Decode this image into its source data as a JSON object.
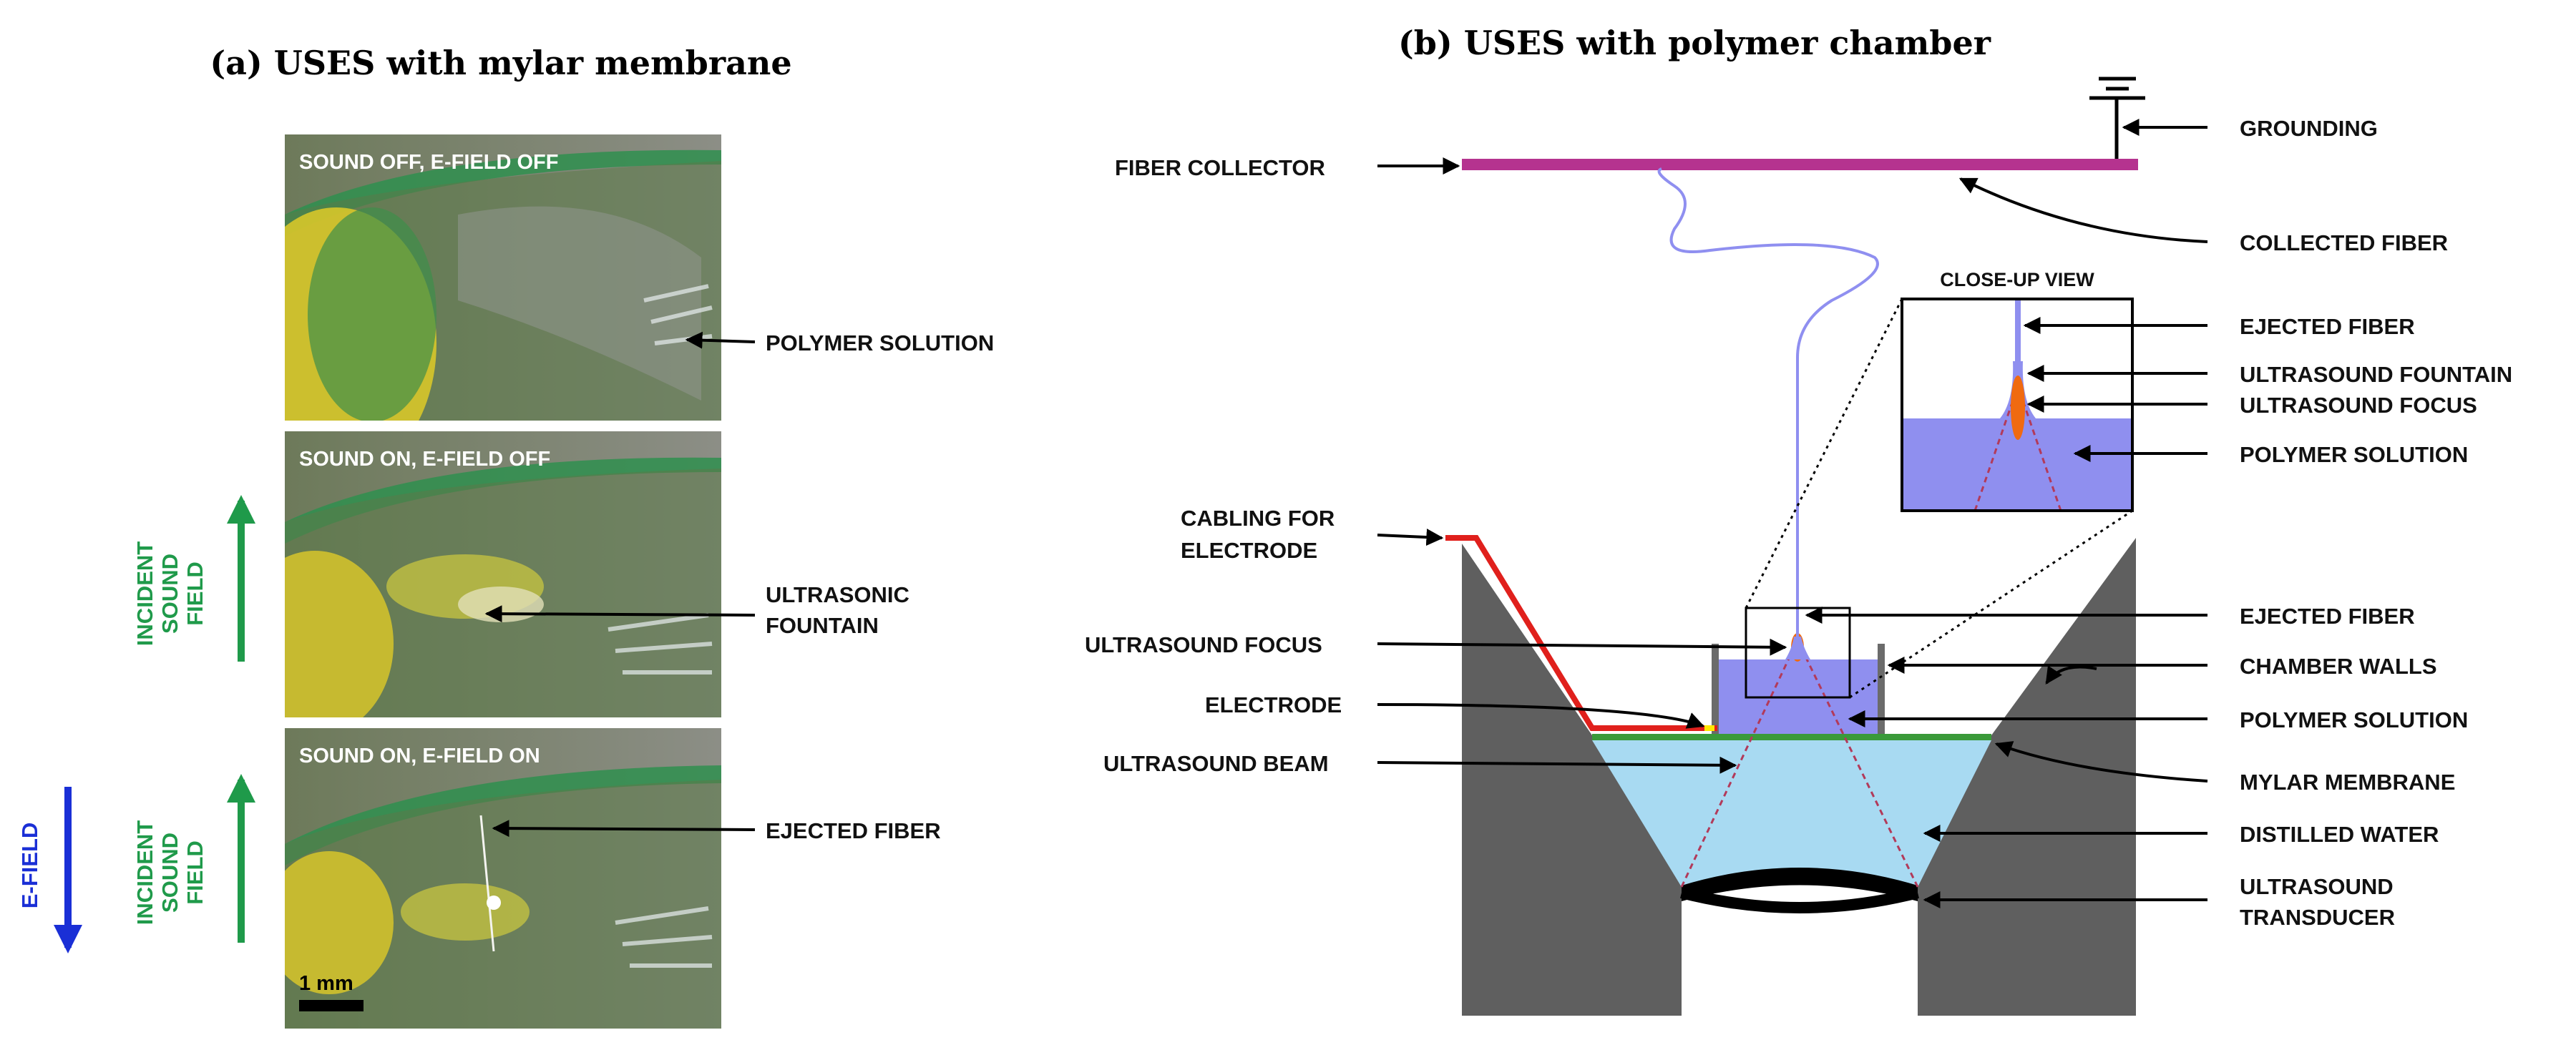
{
  "panel_a": {
    "title": "(a) USES with mylar membrane",
    "photos": [
      {
        "overlay": "SOUND OFF, E-FIELD OFF",
        "callout": "POLYMER SOLUTION"
      },
      {
        "overlay": "SOUND ON, E-FIELD OFF",
        "callout_line1": "ULTRASONIC",
        "callout_line2": "FOUNTAIN"
      },
      {
        "overlay": "SOUND ON, E-FIELD ON",
        "callout": "EJECTED FIBER",
        "scale": "1 mm"
      }
    ],
    "field_labels": {
      "incident_line1": "INCIDENT",
      "incident_line2": "SOUND",
      "incident_line3": "FIELD",
      "efield": "E-FIELD"
    }
  },
  "panel_b": {
    "title": "(b) USES with polymer chamber",
    "closeup_title": "CLOSE-UP VIEW",
    "labels_left": {
      "fiber_collector": "FIBER COLLECTOR",
      "cabling_line1": "CABLING FOR",
      "cabling_line2": "ELECTRODE",
      "ultrasound_focus": "ULTRASOUND FOCUS",
      "electrode": "ELECTRODE",
      "ultrasound_beam": "ULTRASOUND BEAM"
    },
    "labels_right": {
      "grounding": "GROUNDING",
      "collected_fiber": "COLLECTED FIBER",
      "closeup_ejected_fiber": "EJECTED FIBER",
      "closeup_fountain": "ULTRASOUND FOUNTAIN",
      "closeup_focus": "ULTRASOUND FOCUS",
      "closeup_polymer": "POLYMER SOLUTION",
      "ejected_fiber": "EJECTED FIBER",
      "chamber_walls": "CHAMBER WALLS",
      "polymer_solution": "POLYMER SOLUTION",
      "mylar_membrane": "MYLAR MEMBRANE",
      "distilled_water": "DISTILLED WATER",
      "transducer_line1": "ULTRASOUND",
      "transducer_line2": "TRANSDUCER"
    }
  },
  "colors": {
    "collector": "#b5338f",
    "fiber": "#8f8ff0",
    "polymer": "#8f8fef",
    "water": "#a8daf2",
    "walls": "#5f5f5f",
    "cable": "#e0201c",
    "membrane": "#3a9a3a",
    "focus": "#f06a10",
    "incident_arrow": "#1f9a4a",
    "efield_arrow": "#1a2fd6"
  }
}
